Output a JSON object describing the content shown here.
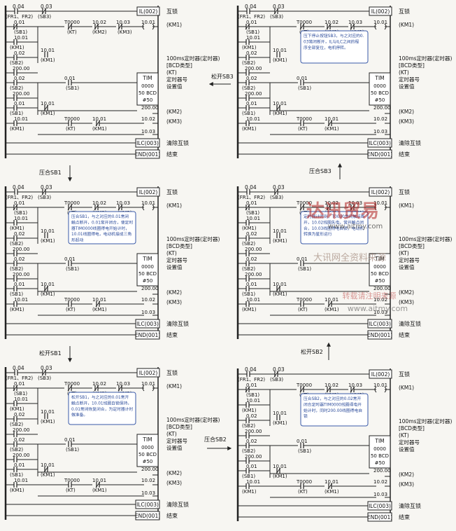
{
  "panel_template": {
    "contacts": {
      "c004": "0.04",
      "c003": "0.03",
      "c001": "0.01",
      "sb1": "(SB1)",
      "c1001": "10.01",
      "km1": "(KM1)",
      "c002": "0.02",
      "sb2": "(SB2)",
      "c20000": "200.00",
      "c1001b": "10.01",
      "c002b": "0.02",
      "c001b": "0.01",
      "c1001c": "10.01",
      "fr": "(FR1、FR2)",
      "sb3": "(SB3)",
      "t0000": "T0000",
      "kt": "(KT)",
      "c1002": "10.02",
      "km2": "(KM2)",
      "c1003": "10.03",
      "km3": "(KM3)",
      "c20000b": "200.00",
      "c001c": "0.01",
      "c1001d": "10.01",
      "c1001e": "10.01",
      "c1002b": "10.02",
      "c1003b": "10.03"
    },
    "outputs": {
      "il": "IL(002)",
      "km1_coil": "10.01",
      "km1_label": "(KM1)",
      "tim_title": "TIM",
      "tim_num": "0000",
      "tim_bcd": "50 BCD",
      "tim_set": "#50",
      "c20000_coil": "200.00",
      "km2_label": "(KM2)",
      "c1002_coil": "10.02",
      "km3_label": "(KM3)",
      "c1003_coil": "10.03",
      "ilc": "ILC(003)",
      "end": "END(001)"
    },
    "side_labels": {
      "interlock": "互锁",
      "km1": "(KM1)",
      "timer": "100ms定时器(定时器)",
      "bcd": "[BCD类型]",
      "kt": "(KT)",
      "tnum": "定时器号",
      "setv": "设置值",
      "km2": "(KM2)",
      "km3": "(KM3)",
      "clear": "清除互锁",
      "end": "结束"
    }
  },
  "panels": [
    {
      "id": "p1",
      "note": ""
    },
    {
      "id": "p2",
      "note": "压合SB1，与之对应的0.01常闭触点断开，0.01常开闭合，使定时器TIM0000线圈得电开始计时，10.01线圈得电，电动机接成三角形起动"
    },
    {
      "id": "p3",
      "note": "松开SB1，与之对应的0.01常开触点断开，10.01线圈自锁保持，0.01常闭恢复闭合，为定时器计时做准备。"
    },
    {
      "id": "p4",
      "note": "压合SB2，与之对应的0.02常开闭合定时器TIM0000线圈得电开始计时，同时200.00线圈得电自锁"
    },
    {
      "id": "p5",
      "note": "定时器计时到，T0000常闭触点断开，10.02线圈失电，常开触点闭合，10.03线圈得电自锁，电动机转换为星形运行"
    },
    {
      "id": "p6",
      "note": "压下停止按钮SB3，与之对应的0.03常闭断开，IL与ILC之间的程序全部复位，电机停转。"
    }
  ],
  "transitions": {
    "t12": "压合SB1",
    "t23": "松开SB1",
    "t34": "压合SB2",
    "t45": "松开SB2",
    "t56": "压合SB3",
    "t61": "松开SB3"
  },
  "watermark": {
    "brand": "达讯贸易",
    "url1": "www.aitmy.com",
    "line1": "大讯网全资料来源",
    "line2": "转载请注明来源",
    "url2": "www.aitmy.com"
  }
}
